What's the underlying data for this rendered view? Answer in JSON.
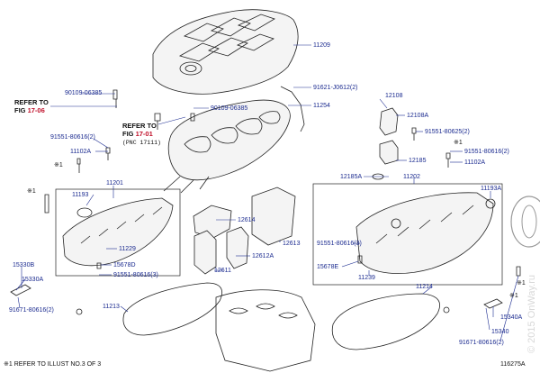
{
  "labels": {
    "p11209": "11209",
    "p90109_top": "90109-06385",
    "p90109_mid": "90109-06385",
    "p91621": "91621-J0612(2)",
    "p11254": "11254",
    "p12108": "12108",
    "p12108A": "12108A",
    "p91551_left": "91551-80616(2)",
    "p11102A_left": "11102A",
    "p91551_right1": "91551-80625(2)",
    "p91551_right2": "91551-80616(2)",
    "p12185": "12185",
    "p11102A_right": "11102A",
    "p12185A": "12185A",
    "p11202": "11202",
    "p11193_left": "11193",
    "p11201": "11201",
    "p11193A": "11193A",
    "p12614": "12614",
    "p12613": "12613",
    "p11229": "11229",
    "p12612A": "12612A",
    "p15678D": "15678D",
    "p91551_mid": "91551-80616(3)",
    "p12611": "12611",
    "p91551_right3": "91551-80616(3)",
    "p15678E": "15678E",
    "p11239": "11239",
    "p15330B": "15330B",
    "p15330A": "15330A",
    "p91671_left": "91671-80616(2)",
    "p11213": "11213",
    "p11214": "11214",
    "p15340A": "15340A",
    "p15340": "15340",
    "p91671_right": "91671-80616(2)"
  },
  "refs": {
    "ref1_line1": "REFER TO",
    "ref1_line2a": "FIG ",
    "ref1_line2b": "17-06",
    "ref2_line1": "REFER TO",
    "ref2_line2a": "FIG ",
    "ref2_line2b": "17-01",
    "ref2_line3": "(PNC 17111)"
  },
  "marks": {
    "star1": "※1",
    "star1b": "※1",
    "star1c": "※1",
    "star1d": "※1",
    "star1e": "※1"
  },
  "footer": {
    "note": "※1  REFER TO ILLUST NO.3 OF 3",
    "illust_no": "116275A",
    "watermark": "© 2015 OnWay.ru"
  }
}
